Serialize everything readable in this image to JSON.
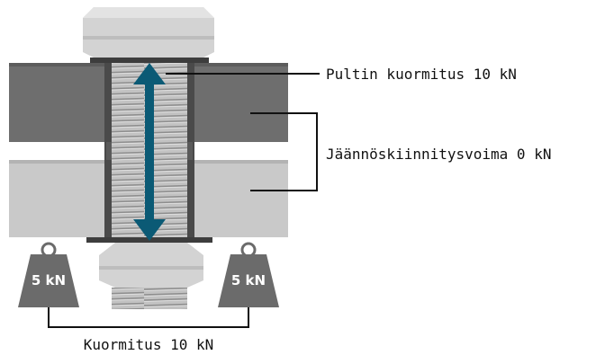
{
  "labels": {
    "bolt_load": "Pultin kuormitus 10 kN",
    "residual_clamp_force": "Jäännöskiinnitysvoima 0 kN",
    "external_load": "Kuormitus 10 kN"
  },
  "weights": [
    {
      "label": "5 kN"
    },
    {
      "label": "5 kN"
    }
  ],
  "colors": {
    "plate_top": "#6e6e6e",
    "plate_bottom": "#c8c8c8",
    "bolt_head": "#d2d2d2",
    "thread": "#b9b9b9",
    "weight": "#6b6b6b",
    "arrow": "#0b5a75",
    "leader_line": "#111111",
    "text": "#111111"
  }
}
